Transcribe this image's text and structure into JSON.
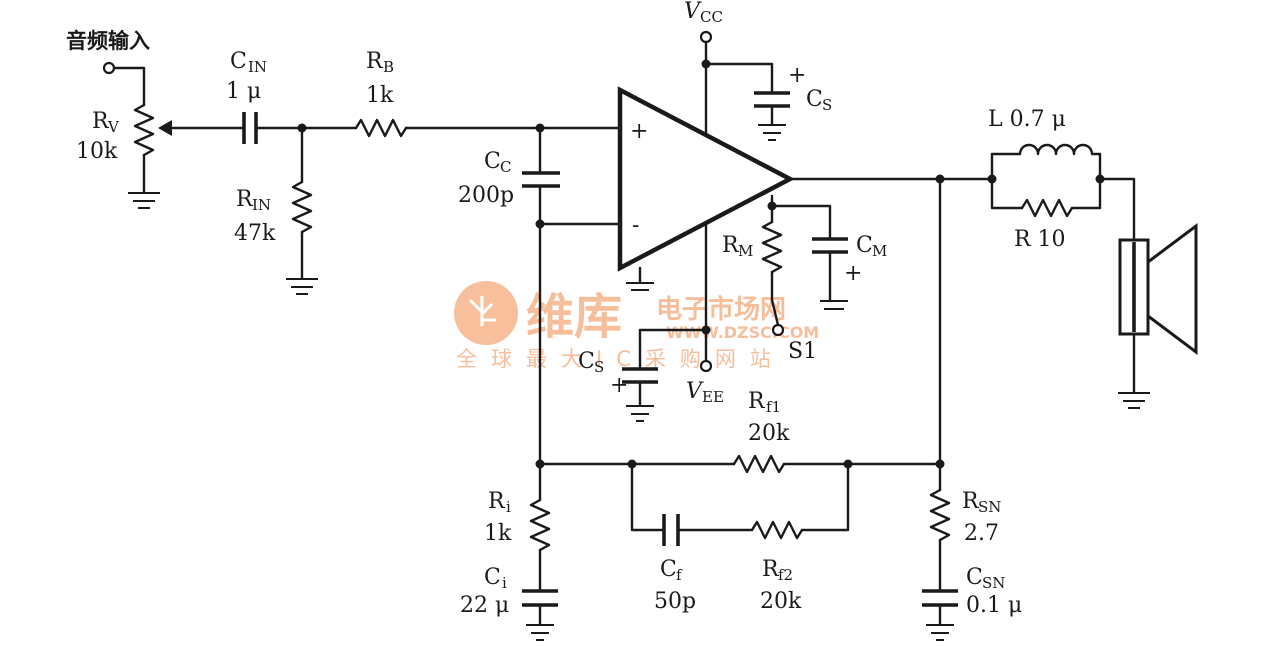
{
  "labels": {
    "audio_input": "音频输入",
    "rv": "R",
    "rv_sub": "V",
    "rv_val": "10k",
    "cin": "C",
    "cin_sub": "IN",
    "cin_val": "1 μ",
    "rb": "R",
    "rb_sub": "B",
    "rb_val": "1k",
    "rin": "R",
    "rin_sub": "IN",
    "rin_val": "47k",
    "cc": "C",
    "cc_sub": "C",
    "cc_val": "200p",
    "vcc": "V",
    "vcc_sub": "CC",
    "cs_top": "C",
    "cs_top_sub": "S",
    "op_plus": "+",
    "op_minus": "-",
    "rm": "R",
    "rm_sub": "M",
    "cm": "C",
    "cm_sub": "M",
    "s1": "S1",
    "cs_bot": "C",
    "cs_bot_sub": "S",
    "vee": "V",
    "vee_sub": "EE",
    "l": "L  0.7 μ",
    "r10": "R  10",
    "rf1": "R",
    "rf1_sub": "f1",
    "rf1_val": "20k",
    "ri": "R",
    "ri_sub": "i",
    "ri_val": "1k",
    "ci": "C",
    "ci_sub": "i",
    "ci_val": "22 μ",
    "cf": "C",
    "cf_sub": "f",
    "cf_val": "50p",
    "rf2": "R",
    "rf2_sub": "f2",
    "rf2_val": "20k",
    "rsn": "R",
    "rsn_sub": "SN",
    "rsn_val": "2.7",
    "csn": "C",
    "csn_sub": "SN",
    "csn_val": "0.1 μ",
    "plus": "+"
  },
  "watermark": {
    "brand": "维库",
    "title": "电子市场网",
    "url": "WWW.DZSC.COM",
    "slogan": "全球最大IC采购网站"
  }
}
